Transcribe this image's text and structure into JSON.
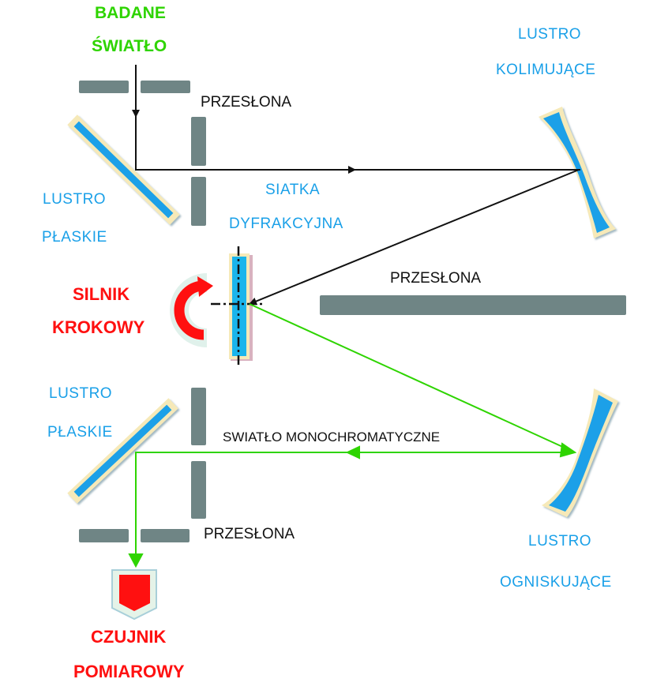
{
  "labels": {
    "input_light": [
      "BADANE",
      "ŚWIATŁO"
    ],
    "slit_top": "PRZESŁONA",
    "collimating_mirror": [
      "LUSTRO",
      "KOLIMUJĄCE"
    ],
    "flat_mirror_top": [
      "LUSTRO",
      "PŁASKIE"
    ],
    "grating": [
      "SIATKA",
      "DYFRAKCYJNA"
    ],
    "baffle_middle": "PRZESŁONA",
    "stepper_motor": [
      "SILNIK",
      "KROKOWY"
    ],
    "flat_mirror_bottom": [
      "LUSTRO",
      "PŁASKIE"
    ],
    "monochromatic_light": "SWIATŁO MONOCHROMATYCZNE",
    "slit_bottom": "PRZESŁONA",
    "focusing_mirror": [
      "LUSTRO",
      "OGNISKUJĄCE"
    ],
    "detector": [
      "CZUJNIK",
      "POMIAROWY"
    ]
  },
  "colors": {
    "input_light": "#2ed400",
    "monochromatic_beam": "#2ed400",
    "polychromatic_beam": "#111111",
    "mirror_fill": "#1aa0e8",
    "mirror_rim": "#f6e9b8",
    "slit": "#6f8585",
    "motor": "#ff1010",
    "detector": "#ff1010",
    "component_label": "#1aa0e8",
    "active_label": "#ff1010"
  }
}
